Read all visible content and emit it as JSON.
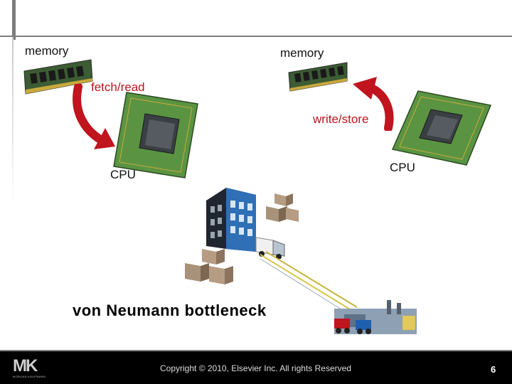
{
  "labels": {
    "memory_left": "memory",
    "memory_right": "memory",
    "fetch": "fetch/read",
    "write": "write/store",
    "cpu_left": "CPU",
    "cpu_right": "CPU"
  },
  "title": "von Neumann bottleneck",
  "footer": {
    "logo": "MK",
    "logo_sub": "MORGAN KAUFMANN",
    "copyright": "Copyright © 2010, Elsevier Inc. All rights Reserved",
    "page": "6"
  },
  "colors": {
    "accent_red": "#c0141e",
    "chip_green": "#4f8a3a",
    "background": "#ffffff",
    "footer": "#000000"
  },
  "icons": [
    "memory-chip-icon",
    "cpu-chip-icon",
    "curved-arrow-icon",
    "office-building-icon",
    "boxes-icon",
    "delivery-truck-icon",
    "factory-icon"
  ]
}
